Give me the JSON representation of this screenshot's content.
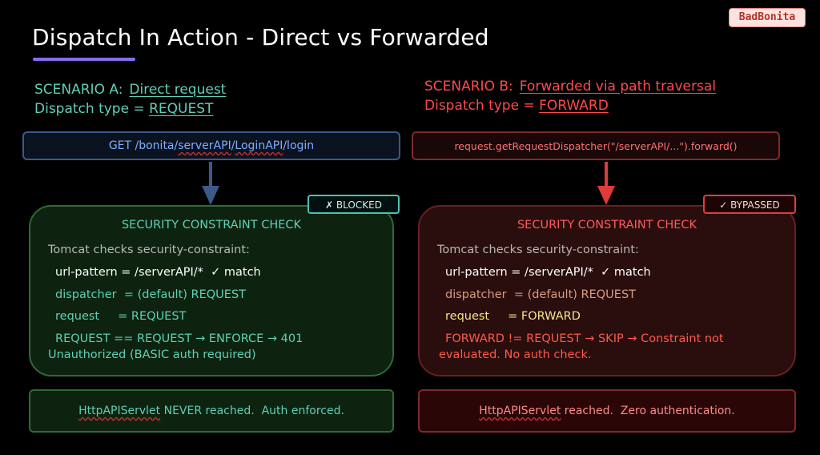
{
  "title": "Dispatch In Action - Direct vs Forwarded",
  "badge": "BadBonita",
  "colors": {
    "accent": "#8b6cf0",
    "teal": "#5fd0b8",
    "red": "#ff4a4a",
    "blue": "#3b5a8a"
  },
  "scenario_a": {
    "label": "SCENARIO A:",
    "name": "Direct request",
    "dispatch_label": "Dispatch type =",
    "dispatch_value": "REQUEST",
    "request": {
      "prefix": "GET /bonita/",
      "part1": "serverAPI",
      "sep1": "/",
      "part2": "LoginAPI",
      "suffix": "/login"
    },
    "tag": "✗ BLOCKED",
    "panel_title": "SECURITY CONSTRAINT CHECK",
    "lines": [
      "Tomcat checks security-constraint:",
      "url-pattern = /serverAPI/*  ✓ match",
      "dispatcher  = (default) REQUEST",
      "request     = REQUEST",
      "REQUEST == REQUEST → ENFORCE → 401",
      "Unauthorized (BASIC auth required)"
    ],
    "footer": {
      "servlet": "HttpAPIServlet",
      "text": " NEVER reached.  Auth enforced."
    }
  },
  "scenario_b": {
    "label": "SCENARIO B:",
    "name": "Forwarded via path traversal",
    "dispatch_label": "Dispatch type =",
    "dispatch_value": "FORWARD",
    "request": "request.getRequestDispatcher(\"/serverAPI/...\").forward()",
    "tag": "✓ BYPASSED",
    "panel_title": "SECURITY CONSTRAINT CHECK",
    "lines": [
      "Tomcat checks security-constraint:",
      "url-pattern = /serverAPI/*  ✓ match",
      "dispatcher  = (default) REQUEST",
      "request     = FORWARD",
      "FORWARD != REQUEST → SKIP → Constraint not",
      "evaluated.  No auth check."
    ],
    "footer": {
      "servlet": "HttpAPIServlet",
      "text": " reached.  Zero authentication."
    }
  }
}
